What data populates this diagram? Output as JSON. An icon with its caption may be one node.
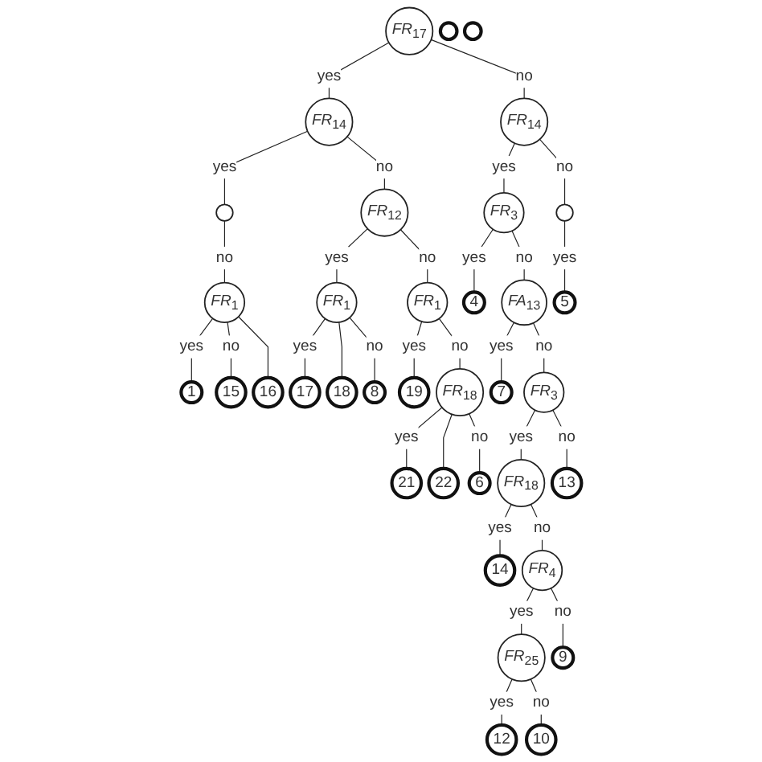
{
  "diagram": {
    "nodes": [
      {
        "text": [
          "*FR*$_{17}$"
        ]
      },
      {
        "text": [
          "*FR*$_{14}$"
        ]
      },
      {
        "text": [
          "*FR*$_{14}$"
        ]
      },
      {
        "text": [],
        "shape": "circle"
      },
      {
        "text": [
          "*FR*$_{12}$"
        ]
      },
      {
        "text": [
          "*FR*$_{3}$"
        ]
      },
      {
        "text": [],
        "shape": "circle"
      },
      {
        "text": [
          "*FR*$_{1}$"
        ]
      },
      {
        "text": [
          "*FR*$_{1}$"
        ]
      },
      {
        "text": [
          "*FR*$_{1}$"
        ]
      },
      {
        "text": [
          "4"
        ]
      },
      {
        "text": [
          "*FA*$_{13}$"
        ]
      },
      {
        "text": [
          "5"
        ]
      },
      {
        "text": [],
        "shape": "circle"
      },
      {
        "text": [
          "1"
        ]
      },
      {
        "text": [
          "15"
        ]
      },
      {
        "text": [
          "16"
        ]
      },
      {
        "text": [
          "17"
        ]
      },
      {
        "text": [
          "18"
        ]
      },
      {
        "text": [
          "8"
        ]
      },
      {
        "text": [
          "19"
        ]
      },
      {
        "text": [
          "*FR*$_{18}$"
        ]
      },
      {
        "text": [
          "7"
        ]
      },
      {
        "text": [
          "*FR*$_{3}$"
        ]
      },
      {
        "text": [],
        "shape": "circle"
      },
      {
        "text": [
          "21"
        ]
      },
      {
        "text": [
          "22"
        ]
      },
      {
        "text": [
          "6"
        ]
      },
      {
        "text": [
          "*FR*$_{18}$"
        ]
      },
      {
        "text": [
          "13"
        ]
      },
      {
        "text": [
          "14"
        ]
      },
      {
        "text": [
          "*FR*$_{4}$"
        ]
      },
      {
        "text": [
          "*FR*$_{25}$"
        ]
      },
      {
        "text": [
          "9"
        ]
      },
      {
        "text": [
          "12"
        ]
      },
      {
        "text": [
          "10"
        ]
      }
    ],
    "edges": [
      {
        "from": 0,
        "to": 1,
        "arrow": "none",
        "label": "yes"
      },
      {
        "from": 0,
        "to": 2,
        "arrow": "none",
        "label": "no"
      },
      {
        "from": 1,
        "to": 3,
        "arrow": "none",
        "label": "yes"
      },
      {
        "from": 1,
        "to": 4,
        "arrow": "none",
        "label": "no"
      },
      {
        "from": 2,
        "to": 5,
        "arrow": "none",
        "label": "yes"
      },
      {
        "from": 2,
        "to": 6,
        "arrow": "none",
        "label": "no"
      },
      {
        "from": 3,
        "to": 7,
        "arrow": "none",
        "label": "no"
      },
      {
        "from": 4,
        "to": 8,
        "arrow": "none",
        "label": "yes"
      },
      {
        "from": 4,
        "to": 9,
        "arrow": "none",
        "label": "no"
      },
      {
        "from": 5,
        "to": 10,
        "arrow": "none",
        "label": "yes"
      },
      {
        "from": 5,
        "to": 11,
        "arrow": "none",
        "label": "no"
      },
      {
        "from": 6,
        "to": 12,
        "arrow": "none",
        "label": "yes"
      },
      {
        "from": 7,
        "to": 14,
        "arrow": "none",
        "label": "yes"
      },
      {
        "from": 7,
        "to": 15,
        "arrow": "none",
        "label": "no"
      },
      {
        "from": 7,
        "to": 16,
        "arrow": "none"
      },
      {
        "from": 8,
        "to": 17,
        "arrow": "none",
        "label": "yes"
      },
      {
        "from": 8,
        "to": 18,
        "arrow": "none"
      },
      {
        "from": 8,
        "to": 19,
        "arrow": "none",
        "label": "no"
      },
      {
        "from": 9,
        "to": 20,
        "arrow": "none",
        "label": "yes"
      },
      {
        "from": 9,
        "to": 21,
        "arrow": "none",
        "label": "no"
      },
      {
        "from": 11,
        "to": 22,
        "arrow": "none",
        "label": "yes"
      },
      {
        "from": 11,
        "to": 23,
        "arrow": "none",
        "label": "no"
      },
      {
        "from": 21,
        "to": 25,
        "arrow": "none",
        "label": "yes"
      },
      {
        "from": 21,
        "to": 26,
        "arrow": "none"
      },
      {
        "from": 21,
        "to": 27,
        "arrow": "none",
        "label": "no"
      },
      {
        "from": 23,
        "to": 28,
        "arrow": "none",
        "label": "yes"
      },
      {
        "from": 23,
        "to": 29,
        "arrow": "none",
        "label": "no"
      },
      {
        "from": 28,
        "to": 30,
        "arrow": "none",
        "label": "yes"
      },
      {
        "from": 28,
        "to": 31,
        "arrow": "none",
        "label": "no"
      },
      {
        "from": 31,
        "to": 32,
        "arrow": "none",
        "label": "yes"
      },
      {
        "from": 31,
        "to": 33,
        "arrow": "none",
        "label": "no"
      },
      {
        "from": 32,
        "to": 34,
        "arrow": "none",
        "label": "yes"
      },
      {
        "from": 32,
        "to": 35,
        "arrow": "none",
        "label": "no"
      }
    ]
  }
}
